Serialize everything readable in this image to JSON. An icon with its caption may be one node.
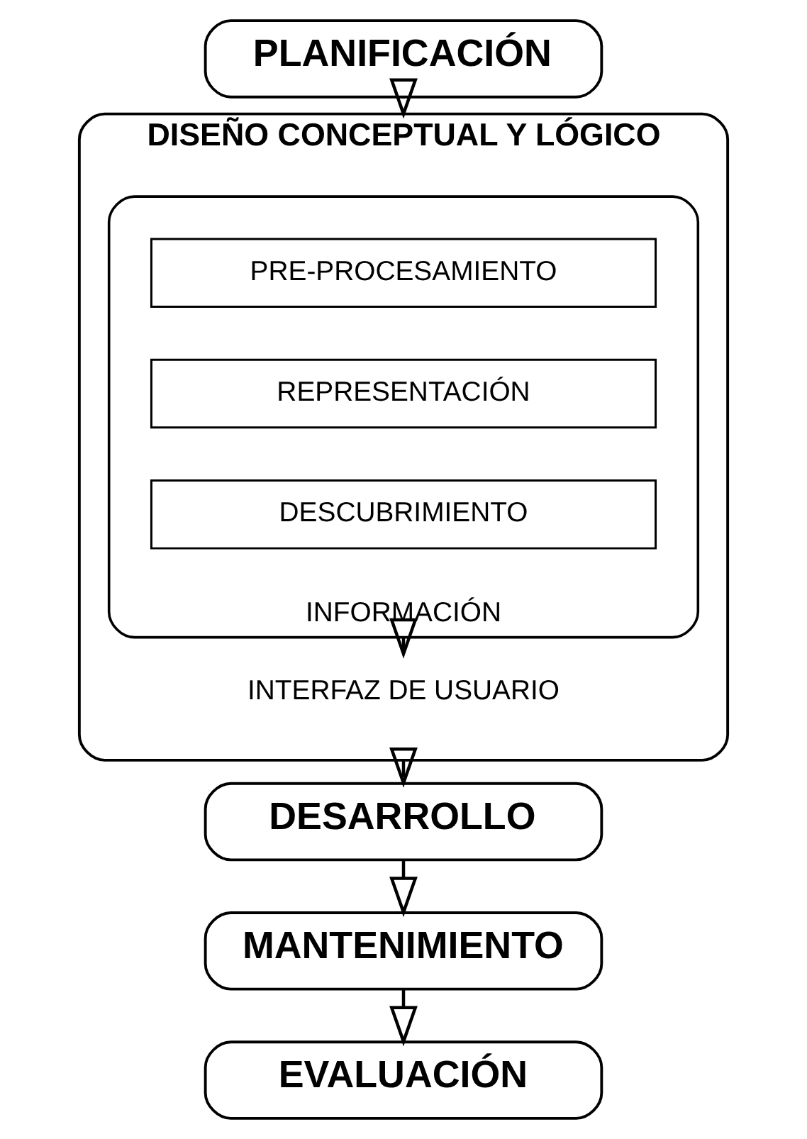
{
  "diagram": {
    "nodes": [
      {
        "text": [
          "PLANIFICACIÓN"
        ]
      },
      {
        "text": [
          "DISEÑO CONCEPTUAL Y LÓGICO"
        ]
      },
      {
        "text": [
          "INFORMACIÓN"
        ],
        "in": 1
      },
      {
        "text": [
          "PRE-PROCESAMIENTO"
        ],
        "in": 2
      },
      {
        "text": [
          "REPRESENTACIÓN"
        ],
        "in": 2
      },
      {
        "text": [
          "DESCUBRIMIENTO"
        ],
        "in": 2
      },
      {
        "text": [
          "INTERFAZ DE USUARIO"
        ],
        "in": 1
      },
      {
        "text": [
          "DESARROLLO"
        ]
      },
      {
        "text": [
          "MANTENIMIENTO"
        ]
      },
      {
        "text": [
          "EVALUACIÓN"
        ]
      }
    ],
    "edges": [
      {
        "from": 0,
        "to": 1,
        "arrow": "to"
      },
      {
        "from": 2,
        "to": 6,
        "arrow": "to"
      },
      {
        "from": 1,
        "to": 7,
        "arrow": "to"
      },
      {
        "from": 7,
        "to": 8,
        "arrow": "to"
      },
      {
        "from": 8,
        "to": 9,
        "arrow": "to"
      }
    ]
  }
}
